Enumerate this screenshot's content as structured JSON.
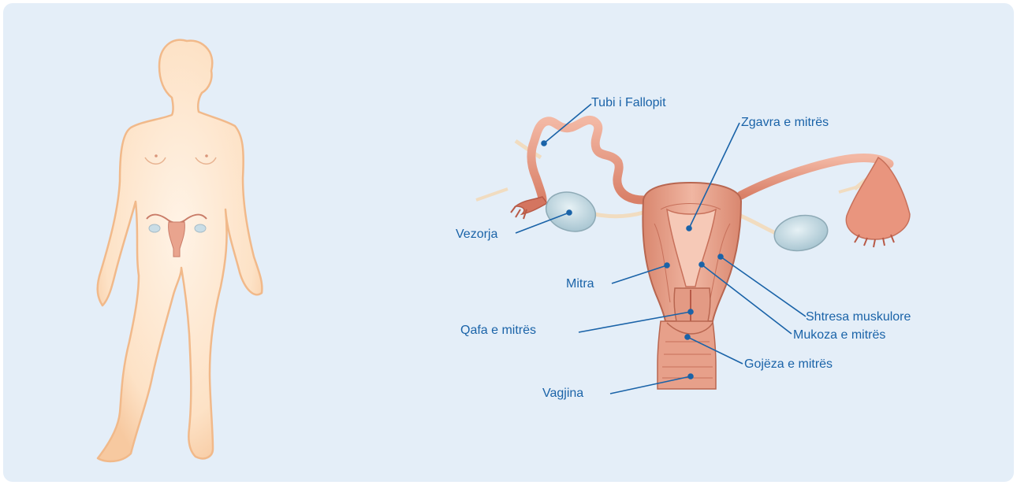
{
  "labels": {
    "fallopian_tube": "Tubi i Fallopit",
    "uterine_cavity": "Zgavra e mitrës",
    "ovary": "Vezorja",
    "uterus": "Mitra",
    "muscle_layer": "Shtresa muskulore",
    "cervix": "Qafa e mitrës",
    "endometrium": "Mukoza e mitrës",
    "external_os": "Gojëza e mitrës",
    "vagina": "Vagjina"
  },
  "colors": {
    "panel_bg": "#e4eef8",
    "label_text": "#1a63a8",
    "leader_line": "#1a63a8",
    "body_fill": "#fde0c2",
    "organ_fill": "#e9a48e",
    "ovary_fill": "#c9dde6"
  }
}
